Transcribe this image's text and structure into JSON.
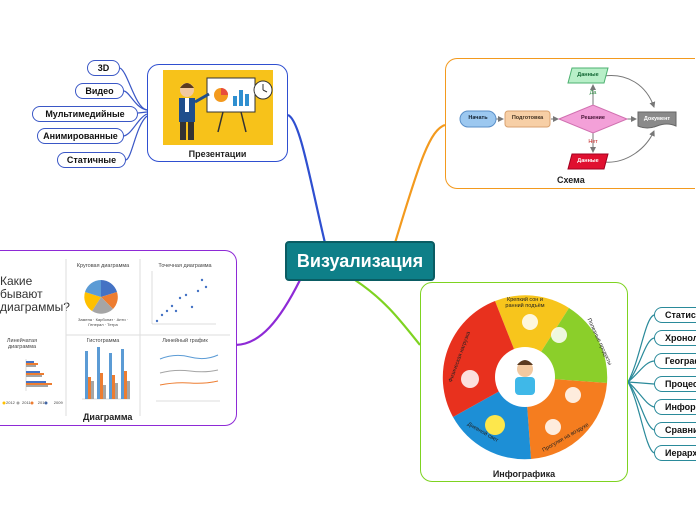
{
  "central": {
    "title": "Визуализация"
  },
  "presentations": {
    "caption": "Презентации",
    "items": [
      "3D",
      "Видео",
      "Мультимедийные",
      "Анимированные",
      "Статичные"
    ]
  },
  "scheme": {
    "caption": "Схема",
    "start": "Начать",
    "prepare": "Подготовка",
    "decision": "Решение",
    "data_top": "Данные",
    "data_bottom": "Данные",
    "document": "Документ",
    "yes": "Да",
    "no": "Нет"
  },
  "diagram": {
    "caption": "Диаграмма",
    "question": "Какие бывают диаграммы?",
    "pie_title": "Круговая диаграмма",
    "scatter_title": "Точечная диаграмма",
    "bar_h_title": "Линейчатая диаграмма",
    "histogram_title": "Гистограмма",
    "line_title": "Линейный график",
    "pie_legend": [
      "Замена",
      "Карбонат",
      "Анти",
      "Генерал",
      "Тетра"
    ],
    "years": [
      "2012",
      "2011",
      "2010",
      "2009"
    ]
  },
  "infographic": {
    "caption": "Инфографика",
    "segments": [
      "Крепкий сон и ранний подъём",
      "Полезные продукты",
      "Прогулки на воздухе",
      "Дневной свет",
      "Физическая нагрузка"
    ],
    "items": [
      "Статистическая",
      "Хронологическая",
      "Географическая",
      "Процессная",
      "Информационная",
      "Сравнительная",
      "Иерархическая"
    ]
  },
  "colors": {
    "central": "#0e7f88",
    "presentations_branch": "#2f4fd0",
    "scheme_branch": "#f39a1e",
    "diagram_branch": "#8e2ad6",
    "infographic_branch": "#7ed321"
  }
}
